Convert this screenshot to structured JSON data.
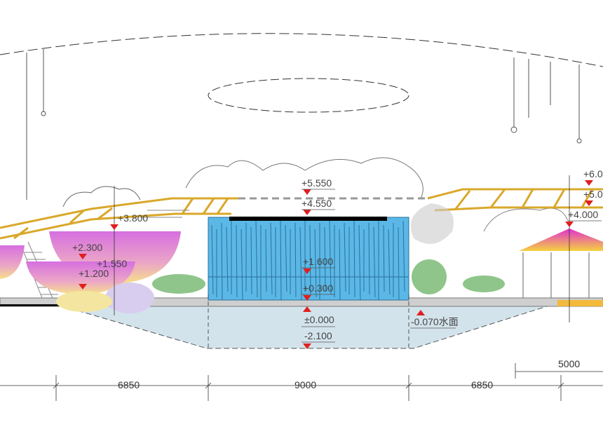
{
  "drawing": {
    "elevations": {
      "roof_left": "+3.800",
      "bowl_upper": "+2.300",
      "bowl_mid": "+1.550",
      "bowl_low": "+1.200",
      "bridge_top": "+5.550",
      "wall_top": "+4.550",
      "water_mid": "+1.600",
      "water_low": "+0.300",
      "ground": "±0.000",
      "pool_bottom": "-2.100",
      "water_surface": "-0.070水面",
      "right_top": "+6.0",
      "right_mid": "+5.0",
      "pavilion_top": "+4.000"
    },
    "dimensions": {
      "left": "6850",
      "center": "9000",
      "right": "6850",
      "far_right": "5000"
    },
    "colors": {
      "water": "#5bb8e6",
      "pool": "#d3e3ec",
      "truss": "#d9a82a",
      "marker": "#e01f1f",
      "bowl_top": "#d66fe0",
      "bowl_bottom": "#f6e08a"
    }
  }
}
